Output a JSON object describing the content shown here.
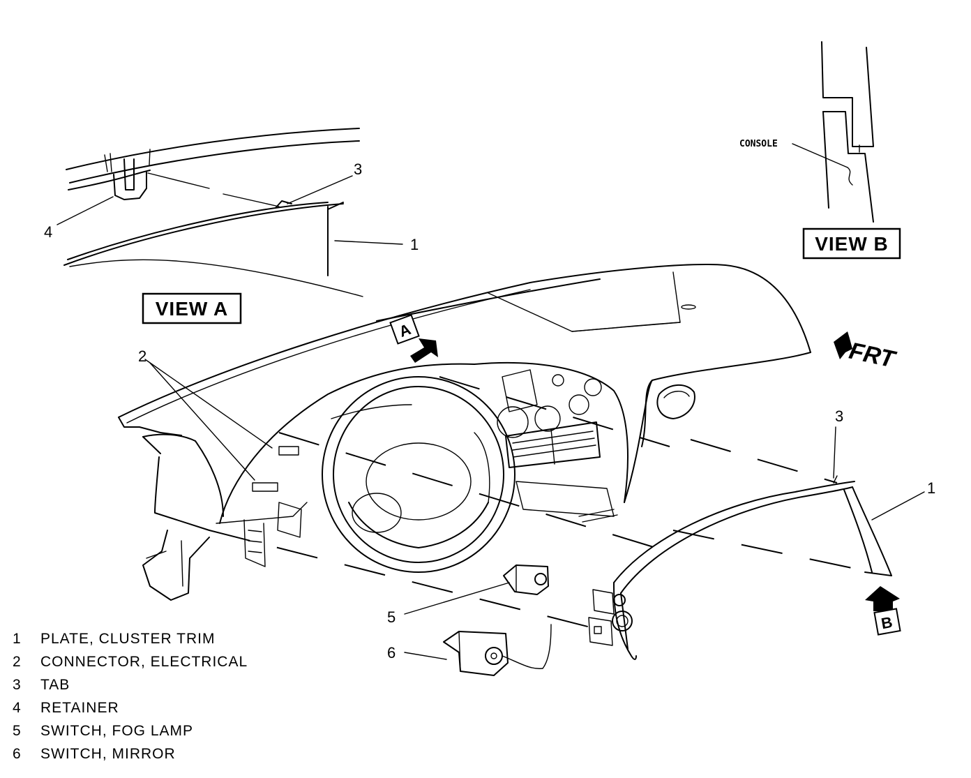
{
  "views": {
    "view_a": "VIEW A",
    "view_b": "VIEW B",
    "marker_a": "A",
    "marker_b": "B",
    "console": "CONSOLE",
    "front": "FRT"
  },
  "callouts": {
    "view_a_1": "1",
    "view_a_3": "3",
    "view_a_4": "4",
    "main_1": "1",
    "main_2": "2",
    "main_3": "3",
    "main_5": "5",
    "main_6": "6"
  },
  "legend": [
    {
      "num": "1",
      "text": "PLATE, CLUSTER TRIM"
    },
    {
      "num": "2",
      "text": "CONNECTOR, ELECTRICAL"
    },
    {
      "num": "3",
      "text": "TAB"
    },
    {
      "num": "4",
      "text": "RETAINER"
    },
    {
      "num": "5",
      "text": "SWITCH, FOG LAMP"
    },
    {
      "num": "6",
      "text": "SWITCH, MIRROR"
    }
  ]
}
